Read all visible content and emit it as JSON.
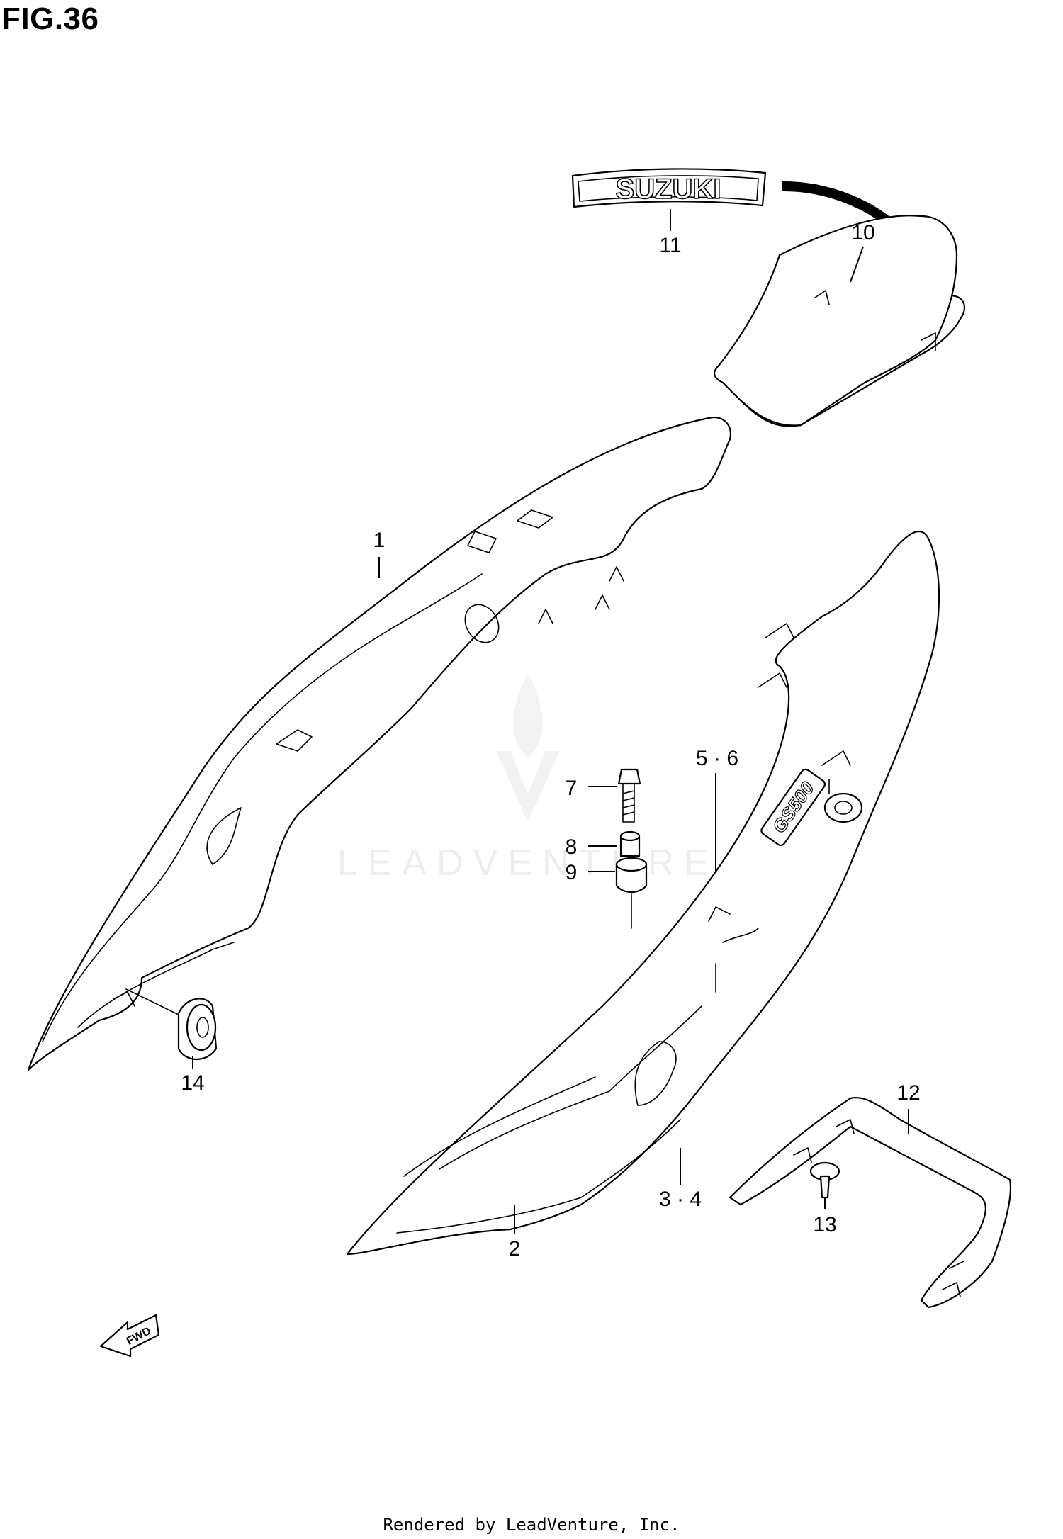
{
  "title": "FIG.36",
  "watermark": "LEADVENTURE",
  "emblem_text": "SUZUKI",
  "badge_text": "GS500",
  "direction_label": "FWD",
  "callouts": {
    "c1": "1",
    "c2": "2",
    "c34": "3 · 4",
    "c56": "5 · 6",
    "c7": "7",
    "c8": "8",
    "c9": "9",
    "c10": "10",
    "c11": "11",
    "c12": "12",
    "c13": "13",
    "c14": "14"
  },
  "footer": "Rendered by LeadVenture, Inc.",
  "colors": {
    "line": "#000000",
    "background": "#ffffff",
    "watermark": "#e6e6e6"
  }
}
